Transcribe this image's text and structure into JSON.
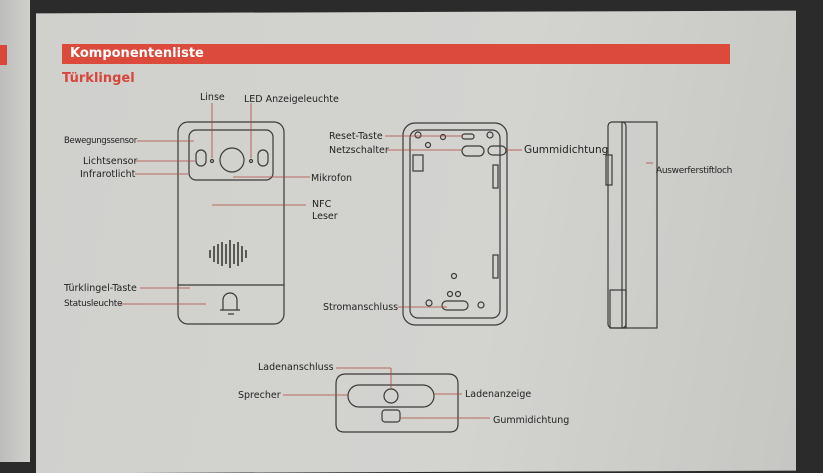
{
  "section_title": "Komponentenliste",
  "subsection_title": "Türklingel",
  "front": {
    "lens": "Linse",
    "led": "LED Anzeigeleuchte",
    "motion": "Bewegungssensor",
    "light": "Lichtsensor",
    "ir": "Infrarotlicht",
    "mic": "Mikrofon",
    "nfc1": "NFC",
    "nfc2": "Leser",
    "button": "Türklingel-Taste",
    "status": "Statusleuchte"
  },
  "back": {
    "reset": "Reset-Taste",
    "power": "Netzschalter",
    "seal": "Gummidichtung",
    "port": "Stromanschluss"
  },
  "side": {
    "eject": "Auswerferstiftloch"
  },
  "bottom": {
    "charge_port": "Ladenanschluss",
    "speaker": "Sprecher",
    "charge_ind": "Ladenanzeige",
    "seal": "Gummidichtung"
  }
}
